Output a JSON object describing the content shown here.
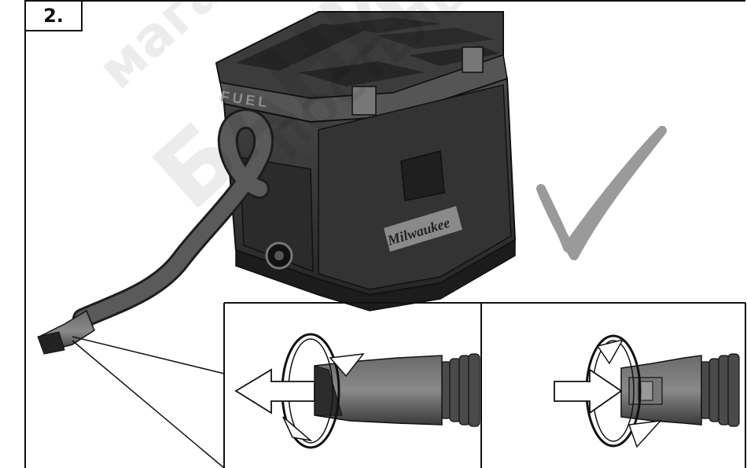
{
  "step": {
    "number": "2."
  },
  "product": {
    "brand_logo": "Milwaukee",
    "series_mark": "FUEL"
  },
  "watermark": {
    "line_1": "магазин",
    "line_2": "БАНИ",
    "line_3": "ПОСТЕЛЬ"
  },
  "icons": {
    "confirm": "checkmark-icon",
    "detach": "twist-and-pull-icon",
    "attach": "push-and-twist-icon"
  },
  "colors": {
    "frame": "#111111",
    "tool_body": "#3a3a3a",
    "checkmark": "#9a9a9a",
    "arrow_fill": "#ffffff"
  }
}
